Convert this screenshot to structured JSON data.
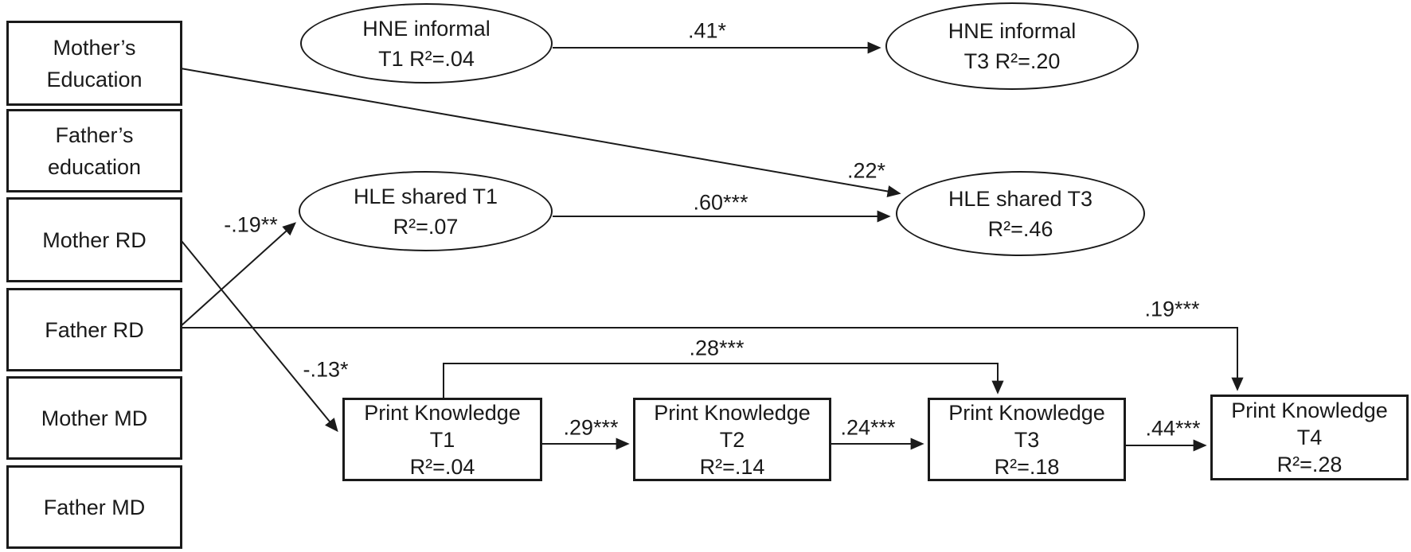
{
  "diagram": {
    "type": "path-model",
    "colors": {
      "line": "#1a1a1a",
      "background": "#ffffff",
      "text": "#1a1a1a"
    },
    "nodes": {
      "mothers_education": {
        "lines": [
          "Mother’s",
          "Education"
        ]
      },
      "fathers_education": {
        "lines": [
          "Father’s",
          "education"
        ]
      },
      "mother_rd": {
        "label": "Mother RD"
      },
      "father_rd": {
        "label": "Father RD"
      },
      "mother_md": {
        "label": "Mother MD"
      },
      "father_md": {
        "label": "Father MD"
      },
      "hne_t1": {
        "lines": [
          "HNE informal",
          "T1 R²=.04"
        ]
      },
      "hne_t3": {
        "lines": [
          "HNE informal",
          "T3 R²=.20"
        ]
      },
      "hle_t1": {
        "lines": [
          "HLE shared T1",
          "R²=.07"
        ]
      },
      "hle_t3": {
        "lines": [
          "HLE shared T3",
          "R²=.46"
        ]
      },
      "print_t1": {
        "lines": [
          "Print Knowledge",
          "T1",
          "R²=.04"
        ]
      },
      "print_t2": {
        "lines": [
          "Print Knowledge",
          "T2",
          "R²=.14"
        ]
      },
      "print_t3": {
        "lines": [
          "Print Knowledge",
          "T3",
          "R²=.18"
        ]
      },
      "print_t4": {
        "lines": [
          "Print Knowledge",
          "T4",
          "R²=.28"
        ]
      }
    },
    "coefficients": {
      "hne_t1_to_hne_t3": ".41*",
      "mothers_education_to_hle_t3": ".22*",
      "hle_t1_to_hle_t3": ".60***",
      "father_rd_to_hle_t1": "-.19**",
      "mother_rd_to_print_t1": "-.13*",
      "father_rd_to_print_t4": ".19***",
      "print_t1_to_print_t3": ".28***",
      "print_t1_to_print_t2": ".29***",
      "print_t2_to_print_t3": ".24***",
      "print_t3_to_print_t4": ".44***"
    }
  }
}
